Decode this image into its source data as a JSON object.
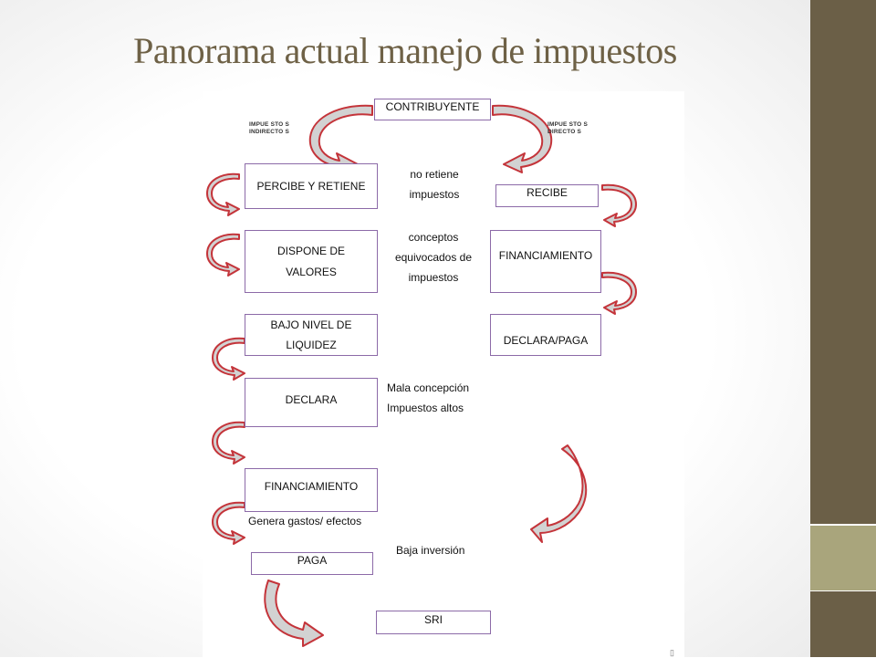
{
  "title": "Panorama actual manejo de impuestos",
  "boxes": {
    "contribuyente": "CONTRIBUYENTE",
    "percibe_retiene": "PERCIBE   Y RETIENE",
    "dispone_line1": "DISPONE   DE",
    "dispone_line2": "VALORES",
    "bajo_nivel_line1": "BAJO NIVEL  DE",
    "bajo_nivel_line2": "LIQUIDEZ",
    "declara": "DECLARA",
    "financiamiento_left": "FINANCIAMIENTO",
    "paga": "PAGA",
    "sri": "SRI",
    "recibe": "RECIBE",
    "financiamiento_right": "FINANCIAMIENTO",
    "declara_paga": "DECLARA/PAGA"
  },
  "labels": {
    "impuestos_indirectos_line1": "IMPUE STO S",
    "impuestos_indirectos_line2": "INDIRECTO S",
    "impuestos_directos_line1": "IMPUE STO S",
    "impuestos_directos_line2": "DIRECTO S",
    "no_retiene_line1": "no retiene",
    "no_retiene_line2": "impuestos",
    "conceptos_line1": "conceptos",
    "conceptos_line2": "equivocados de",
    "conceptos_line3": "impuestos",
    "mala_line1": "Mala concepción",
    "mala_line2": "Impuestos altos",
    "genera_gastos": "Genera gastos/ efectos",
    "baja_inversion": "Baja inversión",
    "corner_mark": "▯"
  },
  "colors": {
    "arrow_fill": "#d2d2d2",
    "arrow_stroke": "#c4343a",
    "box_border": "#8c6aa8",
    "title": "#6e6146",
    "sidebar_dark": "#6b5f47",
    "sidebar_light": "#a9a57c"
  }
}
